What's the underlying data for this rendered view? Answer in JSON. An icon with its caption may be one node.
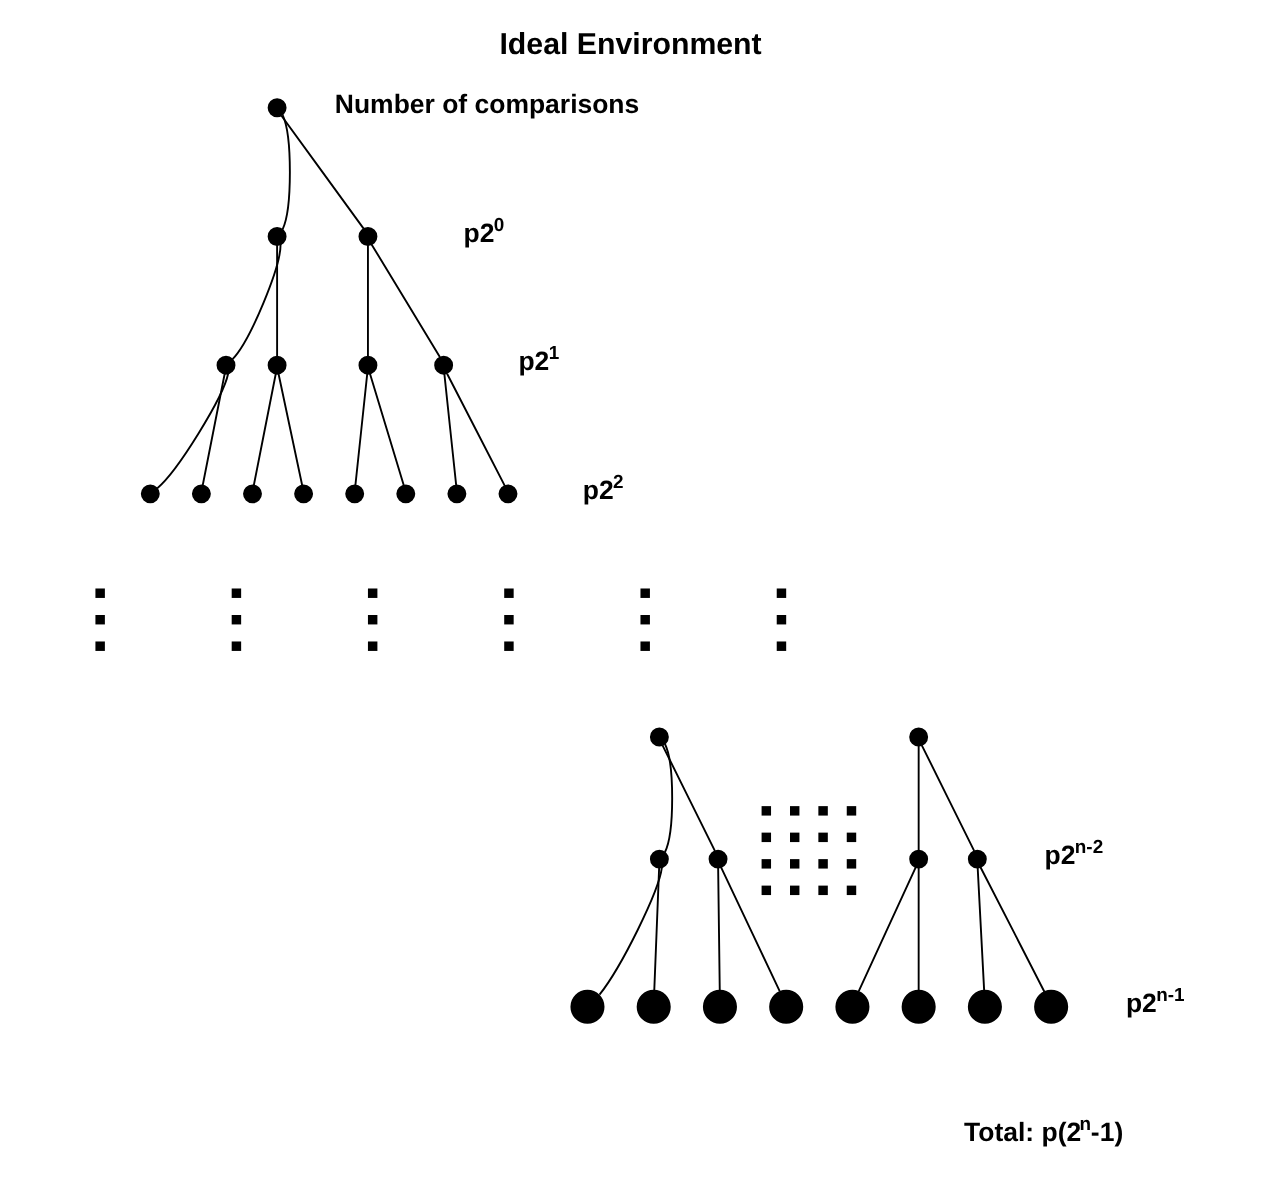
{
  "diagram": {
    "title": "Ideal Environment",
    "nodes": [
      {
        "text": [],
        "shape": "circle"
      },
      {
        "text": [],
        "shape": "circle"
      },
      {
        "text": [],
        "shape": "circle"
      },
      {
        "text": [],
        "shape": "circle"
      },
      {
        "text": [],
        "shape": "circle"
      },
      {
        "text": [],
        "shape": "circle"
      },
      {
        "text": [],
        "shape": "circle"
      },
      {
        "text": [],
        "shape": "circle"
      },
      {
        "text": [],
        "shape": "circle"
      },
      {
        "text": [],
        "shape": "circle"
      },
      {
        "text": [],
        "shape": "circle"
      },
      {
        "text": [],
        "shape": "circle"
      },
      {
        "text": [],
        "shape": "circle"
      },
      {
        "text": [],
        "shape": "circle"
      },
      {
        "text": [],
        "shape": "circle"
      },
      {
        "text": [],
        "shape": "circle"
      },
      {
        "text": [],
        "shape": "circle"
      },
      {
        "text": [],
        "shape": "circle"
      },
      {
        "text": [],
        "shape": "circle"
      },
      {
        "text": [],
        "shape": "circle"
      },
      {
        "text": [],
        "shape": "circle"
      },
      {
        "text": [],
        "shape": "circle"
      },
      {
        "text": [],
        "shape": "circle"
      },
      {
        "text": [],
        "shape": "circle"
      },
      {
        "text": [],
        "shape": "circle"
      },
      {
        "text": [],
        "shape": "circle"
      },
      {
        "text": [],
        "shape": "circle"
      },
      {
        "text": [],
        "shape": "circle"
      },
      {
        "text": [],
        "shape": "circle"
      }
    ],
    "edges": [
      {
        "from": 0,
        "to": 1,
        "arrow": "none"
      },
      {
        "from": 0,
        "to": 2,
        "arrow": "none"
      },
      {
        "from": 1,
        "to": 3,
        "arrow": "none"
      },
      {
        "from": 1,
        "to": 4,
        "arrow": "none"
      },
      {
        "from": 2,
        "to": 5,
        "arrow": "none"
      },
      {
        "from": 2,
        "to": 6,
        "arrow": "none"
      },
      {
        "from": 3,
        "to": 7,
        "arrow": "none"
      },
      {
        "from": 3,
        "to": 8,
        "arrow": "none"
      },
      {
        "from": 4,
        "to": 9,
        "arrow": "none"
      },
      {
        "from": 4,
        "to": 10,
        "arrow": "none"
      },
      {
        "from": 5,
        "to": 11,
        "arrow": "none"
      },
      {
        "from": 5,
        "to": 12,
        "arrow": "none"
      },
      {
        "from": 6,
        "to": 13,
        "arrow": "none"
      },
      {
        "from": 6,
        "to": 14,
        "arrow": "none"
      },
      {
        "from": 15,
        "to": 16,
        "arrow": "none"
      },
      {
        "from": 15,
        "to": 17,
        "arrow": "none"
      },
      {
        "from": 16,
        "to": 18,
        "arrow": "none"
      },
      {
        "from": 16,
        "to": 19,
        "arrow": "none"
      },
      {
        "from": 17,
        "to": 20,
        "arrow": "none"
      },
      {
        "from": 17,
        "to": 21,
        "arrow": "none"
      },
      {
        "from": 22,
        "to": 23,
        "arrow": "none"
      },
      {
        "from": 22,
        "to": 24,
        "arrow": "none"
      },
      {
        "from": 23,
        "to": 25,
        "arrow": "none"
      },
      {
        "from": 23,
        "to": 26,
        "arrow": "none"
      },
      {
        "from": 24,
        "to": 27,
        "arrow": "none"
      },
      {
        "from": 24,
        "to": 28,
        "arrow": "none"
      }
    ],
    "labels": [
      "Number of comparisons",
      "p2$^{0}$",
      "p2$^{1}$",
      "p2$^{2}$",
      "p2$^{n-2}$",
      "p2$^{n-1}$",
      "Total: p(2$^{n}$-1)"
    ]
  }
}
